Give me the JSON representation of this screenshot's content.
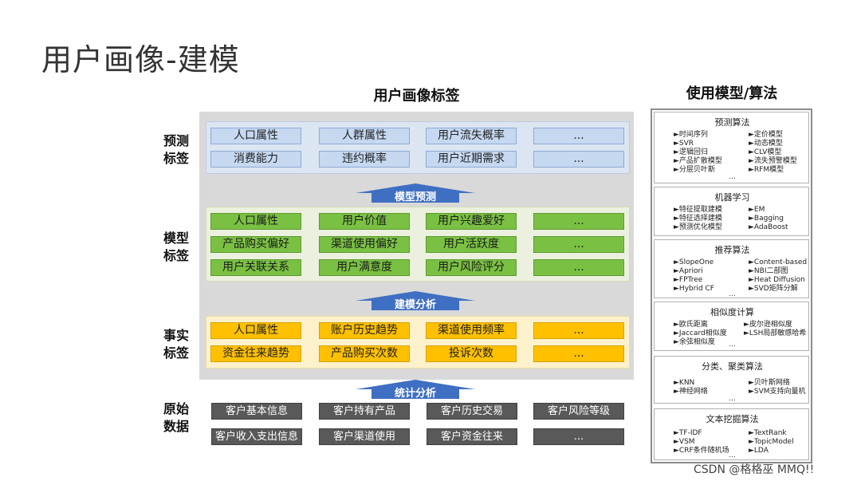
{
  "page_title": "用户画像-建模",
  "main_heading": "用户画像标签",
  "side_heading": "使用模型/算法",
  "row_labels": {
    "prediction": [
      "预测",
      "标签"
    ],
    "model": [
      "模型",
      "标签"
    ],
    "fact": [
      "事实",
      "标签"
    ],
    "raw": [
      "原始",
      "数据"
    ]
  },
  "prediction_tags": [
    "人口属性",
    "人群属性",
    "用户流失概率",
    "...",
    "消费能力",
    "违约概率",
    "用户近期需求",
    "..."
  ],
  "model_tags": [
    "人口属性",
    "用户价值",
    "用户兴趣爱好",
    "...",
    "产品购买偏好",
    "渠道使用偏好",
    "用户活跃度",
    "...",
    "用户关联关系",
    "用户满意度",
    "用户风险评分",
    "..."
  ],
  "fact_tags": [
    "人口属性",
    "账户历史趋势",
    "渠道使用频率",
    "...",
    "资金往来趋势",
    "产品购买次数",
    "投诉次数",
    "..."
  ],
  "raw_data": [
    "客户基本信息",
    "客户持有产品",
    "客户历史交易",
    "客户风险等级",
    "客户收入支出信息",
    "客户渠道使用",
    "客户资金往来",
    "..."
  ],
  "arrows": {
    "model_predict": "模型预测",
    "model_analysis": "建模分析",
    "stat_analysis": "统计分析"
  },
  "arrow_color": "#3f6fc2",
  "algorithms": [
    {
      "title": "预测算法",
      "left": [
        "►时间序列",
        "►SVR",
        "►逻辑回归",
        "►产品扩散模型",
        "►分层贝叶斯"
      ],
      "right": [
        "►定价模型",
        "►动态模型",
        "►CLV模型",
        "►流失预警模型",
        "►RFM模型"
      ],
      "dots": "..."
    },
    {
      "title": "机器学习",
      "left": [
        "►特征提取建模",
        "►特征选择建模",
        "►预测优化模型"
      ],
      "right": [
        "►EM",
        "►Bagging",
        "►AdaBoost"
      ],
      "dots": ""
    },
    {
      "title": "推荐算法",
      "left": [
        "►SlopeOne",
        "►Apriori",
        "►FPTree",
        "►Hybrid CF"
      ],
      "right": [
        "►Content-based",
        "►NBI二部图",
        "►Heat Diffusion",
        "►SVD矩阵分解"
      ],
      "dots": "..."
    },
    {
      "title": "相似度计算",
      "left": [
        "►欧氏距离",
        "►Jaccard相似度",
        "►余弦相似度"
      ],
      "right": [
        "►皮尔逊相似度",
        "►LSH局部敏感哈希"
      ],
      "dots": "..."
    },
    {
      "title": "分类、聚类算法",
      "left": [
        "►KNN",
        "►神经网络"
      ],
      "right": [
        "►贝叶斯网络",
        "►SVM支持向量机"
      ],
      "dots": "..."
    },
    {
      "title": "文本挖掘算法",
      "left": [
        "►TF-IDF",
        "►VSM",
        "►CRF条件随机场"
      ],
      "right": [
        "►TextRank",
        "►TopicModel",
        "►LDA"
      ],
      "dots": "..."
    }
  ],
  "watermark": "CSDN @格格巫 MMQ!!"
}
